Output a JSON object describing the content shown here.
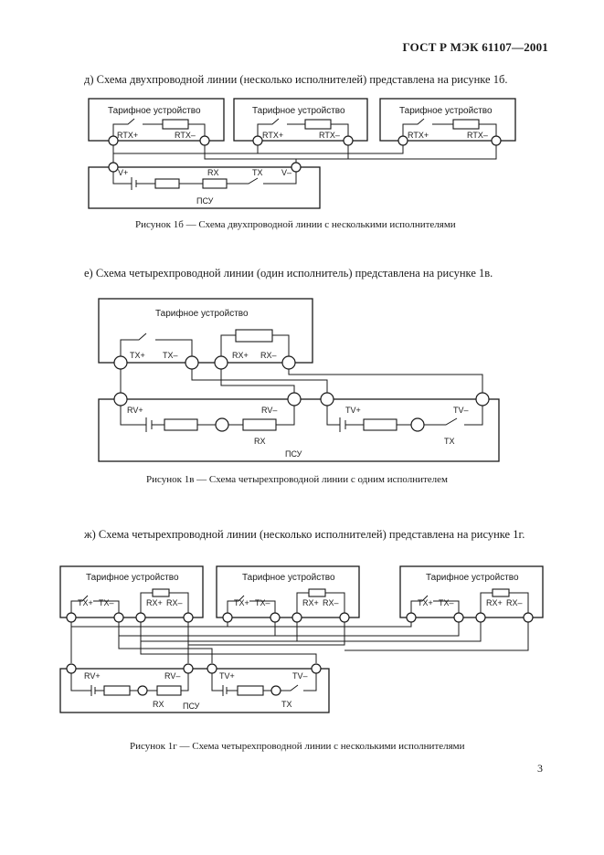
{
  "header": {
    "doc_id": "ГОСТ Р МЭК 61107—2001"
  },
  "page_number": "3",
  "sections": {
    "d": {
      "text": "д) Схема двухпроводной линии (несколько исполнителей) представлена на рисунке 1б.",
      "caption": "Рисунок 1б — Схема двухпроводной линии с несколькими исполнителями"
    },
    "e": {
      "text": "е) Схема четырехпроводной линии (один исполнитель) представлена на рисунке 1в.",
      "caption": "Рисунок 1в — Схема четырехпроводной линии с одним исполнителем"
    },
    "zh": {
      "text": "ж) Схема четырехпроводной линии (несколько исполнителей) представлена на рисунке 1г.",
      "caption": "Рисунок 1г — Схема четырехпроводной линии с несколькими исполнителями"
    }
  },
  "diagram_labels": {
    "device": "Тарифное устройство",
    "psu": "ПСУ",
    "rtx_plus": "RTX+",
    "rtx_minus": "RTX–",
    "v_plus": "V+",
    "v_minus": "V–",
    "rx": "RX",
    "tx": "TX",
    "tx_plus": "TX+",
    "tx_minus": "TX–",
    "rx_plus": "RX+",
    "rx_minus": "RX–",
    "rv_plus": "RV+",
    "rv_minus": "RV–",
    "tv_plus": "TV+",
    "tv_minus": "TV–"
  }
}
